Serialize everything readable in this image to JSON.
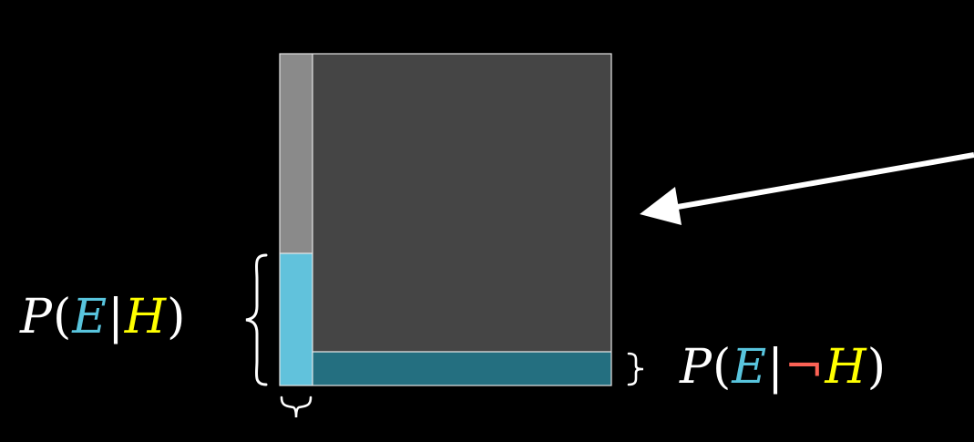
{
  "diagram": {
    "colors": {
      "background": "#000000",
      "hypothesis_true_given_h": "#61c2dc",
      "not_e_given_h": "#8a8a8a",
      "not_e_given_not_h": "#454545",
      "e_given_not_h": "#246f80",
      "outline": "#e6e6e6",
      "arrow": "#ffffff",
      "symbol_e": "#58c4dd",
      "symbol_h": "#ffff00",
      "symbol_not": "#fc6255",
      "text": "#ffffff"
    },
    "proportions": {
      "prior_h": 0.1,
      "p_e_given_h": 0.4,
      "p_e_given_not_h": 0.1
    },
    "label_e_given_h": {
      "p": "P",
      "open": "(",
      "e": "E",
      "bar": "|",
      "h": "H",
      "close": ")"
    },
    "label_e_given_not_h": {
      "p": "P",
      "open": "(",
      "e": "E",
      "bar": "|",
      "not": "¬",
      "h": "H",
      "close": ")"
    },
    "arrow_icon": "arrow-left-icon",
    "brace_icons": [
      "left-curly-brace-icon",
      "right-curly-brace-icon",
      "bottom-curly-brace-icon"
    ]
  }
}
